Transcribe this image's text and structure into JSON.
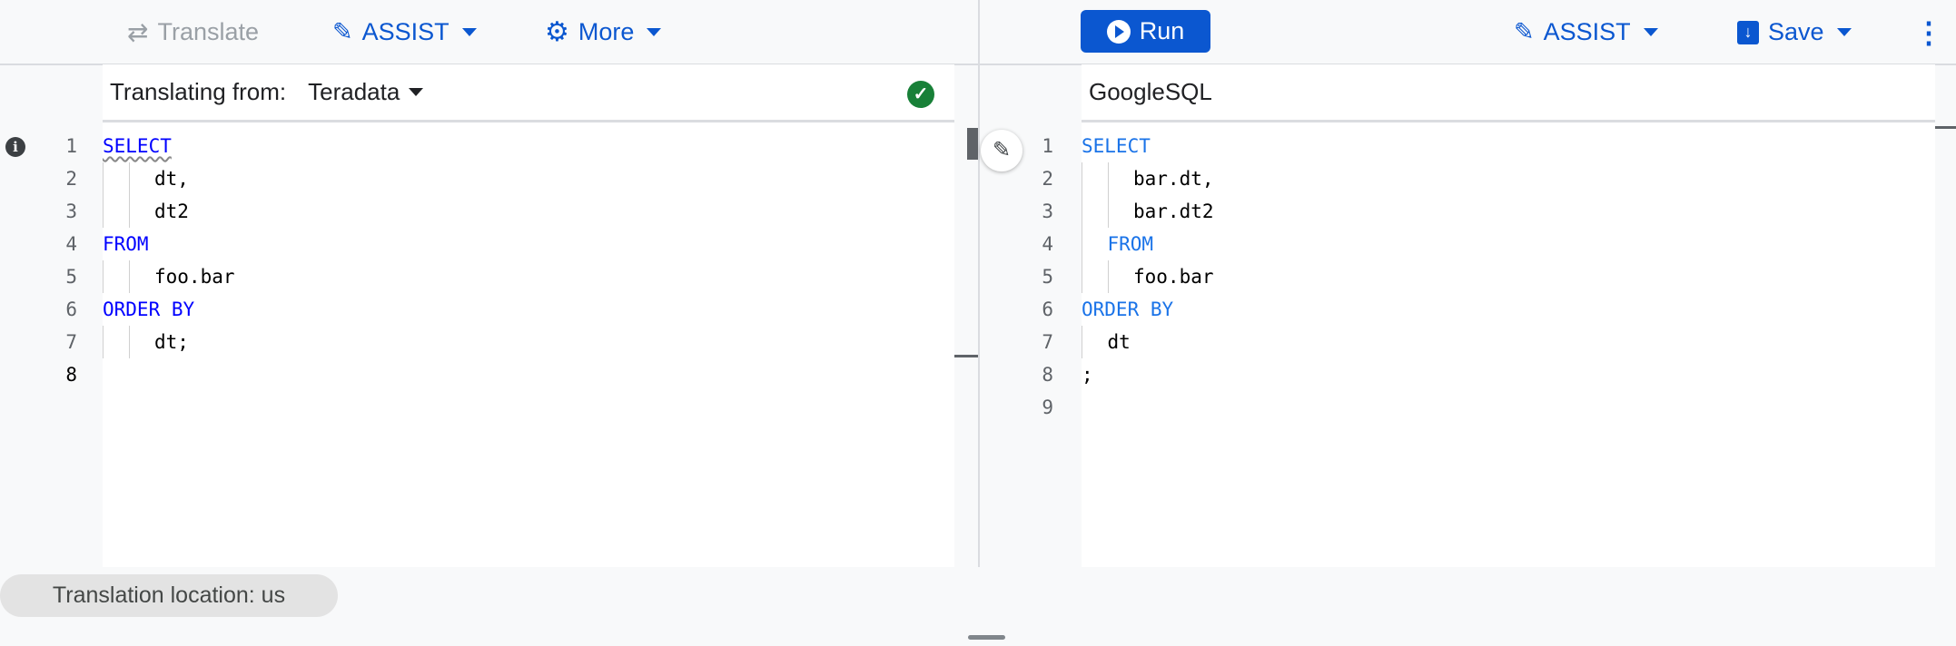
{
  "left_toolbar": {
    "translate_label": "Translate",
    "assist_label": "ASSIST",
    "more_label": "More"
  },
  "right_toolbar": {
    "run_label": "Run",
    "assist_label": "ASSIST",
    "save_label": "Save"
  },
  "source": {
    "translating_from_label": "Translating from:",
    "dialect": "Teradata",
    "status": "valid",
    "lines": [
      {
        "num": "1",
        "text": "SELECT",
        "kw": true,
        "indent": 0
      },
      {
        "num": "2",
        "text": "dt,",
        "kw": false,
        "indent": 2
      },
      {
        "num": "3",
        "text": "dt2",
        "kw": false,
        "indent": 2
      },
      {
        "num": "4",
        "text": "FROM",
        "kw": true,
        "indent": 0
      },
      {
        "num": "5",
        "text": "foo.bar",
        "kw": false,
        "indent": 2
      },
      {
        "num": "6",
        "text": "ORDER BY",
        "kw": true,
        "indent": 0
      },
      {
        "num": "7",
        "text": "dt;",
        "kw": false,
        "indent": 2
      },
      {
        "num": "8",
        "text": "",
        "kw": false,
        "indent": 0
      }
    ]
  },
  "target": {
    "dialect": "GoogleSQL",
    "lines": [
      {
        "num": "1",
        "text": "SELECT",
        "kw": true,
        "indent": 0
      },
      {
        "num": "2",
        "text": "bar.dt,",
        "kw": false,
        "indent": 2
      },
      {
        "num": "3",
        "text": "bar.dt2",
        "kw": false,
        "indent": 2
      },
      {
        "num": "4",
        "text": "FROM",
        "kw": true,
        "indent": 1
      },
      {
        "num": "5",
        "text": "foo.bar",
        "kw": false,
        "indent": 2
      },
      {
        "num": "6",
        "text": "ORDER BY",
        "kw": true,
        "indent": 0
      },
      {
        "num": "7",
        "text": "dt",
        "kw": false,
        "indent": 1
      },
      {
        "num": "8",
        "text": ";",
        "kw": false,
        "indent": 0
      },
      {
        "num": "9",
        "text": "",
        "kw": false,
        "indent": 0
      }
    ]
  },
  "footer": {
    "location_label": "Translation location: us"
  },
  "colors": {
    "accent": "#0b57d0",
    "run_button": "#0b57d0",
    "success": "#188038"
  }
}
